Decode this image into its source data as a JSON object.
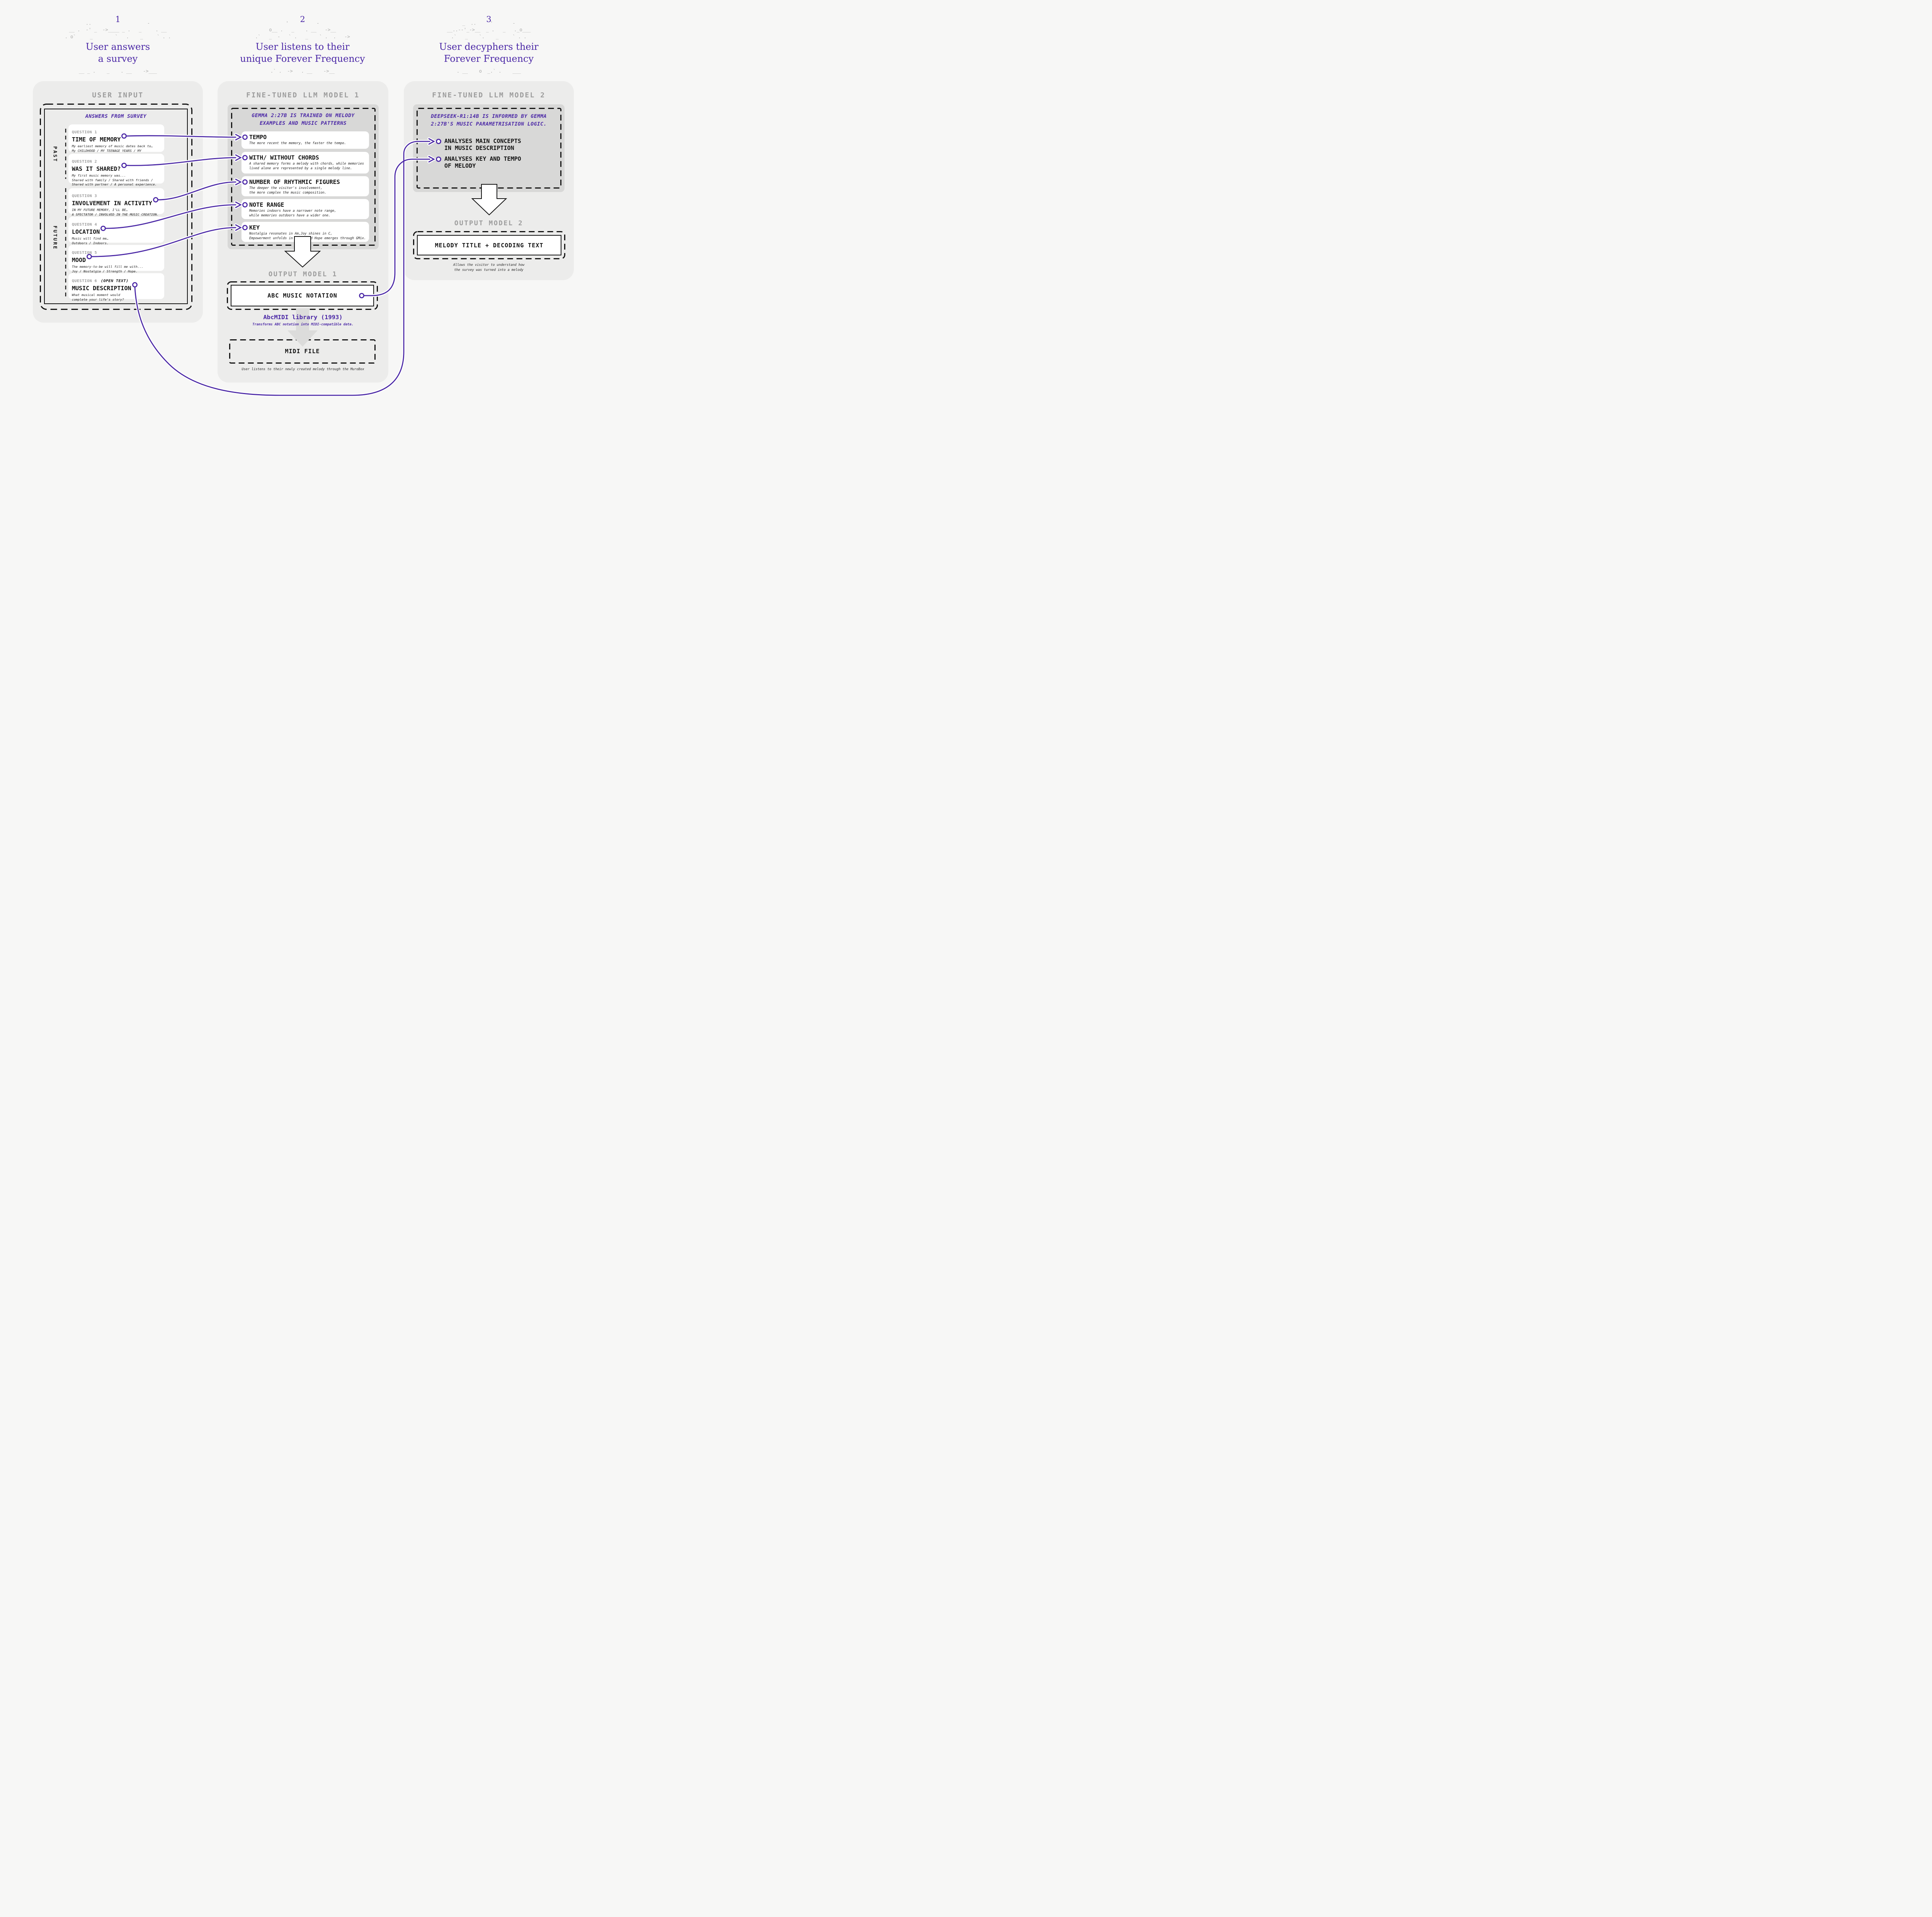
{
  "palette": {
    "background": "#f7f7f6",
    "panel": "#ececeb",
    "inner_box": "#d8d8d7",
    "card": "#ffffff",
    "accent_purple": "#4b28a6",
    "gray_heading": "#9c9c9c",
    "arrow_gray": "#dcdcdb",
    "ink": "#141414"
  },
  "steps": [
    {
      "number": "1",
      "title": "User answers\na survey",
      "art_top": "..         '          -\n__ .  -' _  ->____ _ .   _     . __\n. o`     _        `   .    _     ` . .",
      "art_bottom": "__ _ .    _    . __    ->___"
    },
    {
      "number": "2",
      "title": "User listens to their\nunique Forever Frequency",
      "art_top": "'          -\no__ .   _    . __   ->__\n.`   _  -   ` .   _    ` .  .   ->",
      "art_bottom": ".` .  ->   . __    ->__"
    },
    {
      "number": "3",
      "title": "User decyphers their\nForever Frequency",
      "art_top": "_  ..     '       -\n__..--'_->__  _ .   _   ._o___\n.`   _    `.    _     ` . .",
      "art_bottom": ". __    o  _.` .    ___"
    }
  ],
  "user_input": {
    "heading": "USER INPUT",
    "subtitle": "ANSWERS FROM SURVEY",
    "past_label": "PAST",
    "future_label": "FUTURE",
    "questions": [
      {
        "label": "QUESTION 1",
        "suffix": "",
        "title": "TIME OF MEMORY",
        "desc": "My earliest memory of music dates back to…\nMy CHILDHOOD / MY TEENAGE YEARS / MY ADULTHOOD."
      },
      {
        "label": "QUESTION 2",
        "suffix": "",
        "title": "WAS IT SHARED?",
        "desc": "My first music memory was...\nShared with family / Shared with friends /\nShared with partner / A personal experience."
      },
      {
        "label": "QUESTION 3",
        "suffix": "",
        "title": "INVOLVEMENT IN ACTIVITY",
        "desc": "IN MY FUTURE MEMORY, I’LL BE…\nA SPECTATOR / INVOLVED IN THE MUSIC CREATION."
      },
      {
        "label": "QUESTION 4",
        "suffix": "",
        "title": "LOCATION",
        "desc": "Music will find me…\nOutdoors / Indoors."
      },
      {
        "label": "QUESTION 5",
        "suffix": "",
        "title": "MOOD",
        "desc": "The memory-to-be will fill me with...\nJoy / Nostalgia / Strength / Hope."
      },
      {
        "label": "QUESTION 6",
        "suffix": "(OPEN TEXT)",
        "title": "MUSIC DESCRIPTION",
        "desc": "What musical moment would\ncomplete your life’s story?"
      }
    ]
  },
  "model1": {
    "heading": "FINE-TUNED LLM MODEL 1",
    "note": "GEMMA 2:27B IS TRAINED ON MELODY\nEXAMPLES AND MUSIC PATTERNS",
    "params": [
      {
        "title": "TEMPO",
        "desc": "The more recent the memory, the faster the tempo."
      },
      {
        "title": "WITH/ WITHOUT CHORDS",
        "desc": "A shared memory forms a melody with chords, while memories\nlived alone are represented by a single melody line."
      },
      {
        "title": "NUMBER OF RHYTHMIC FIGURES",
        "desc": "The deeper the visitor's involvement,\nthe more complex the music composition."
      },
      {
        "title": "NOTE RANGE",
        "desc": "Memories indoors have a narrower note range,\nwhile memories outdoors have a wider one."
      },
      {
        "title": "KEY",
        "desc": "Nostalgia resonates in Am,Joy shines in C,\nEmpowerment unfolds in FLyd, and Hope emerges through GMix."
      }
    ],
    "output_heading": "OUTPUT MODEL 1",
    "output_box": "ABC MUSIC NOTATION",
    "library_title": "AbcMIDI library (1993)",
    "library_note": "Transforms ABC notation into MIDI-compatible data.",
    "midi_box": "MIDI FILE",
    "footnote": "User listens to their newly created melody through the MuroBox"
  },
  "model2": {
    "heading": "FINE-TUNED LLM MODEL 2",
    "note": "DEEPSEEK-R1:14B IS INFORMED BY GEMMA\n2:27B'S MUSIC PARAMETRISATION LOGIC.",
    "bullets": [
      {
        "text": "ANALYSES MAIN CONCEPTS\nIN MUSIC DESCRIPTION"
      },
      {
        "text": "ANALYSES KEY AND TEMPO\nOF MELODY"
      }
    ],
    "output_heading": "OUTPUT MODEL 2",
    "output_box": "MELODY TITLE + DECODING TEXT",
    "footnote": "Allows the visitor to understand how\nthe survey was turned into a melody"
  }
}
